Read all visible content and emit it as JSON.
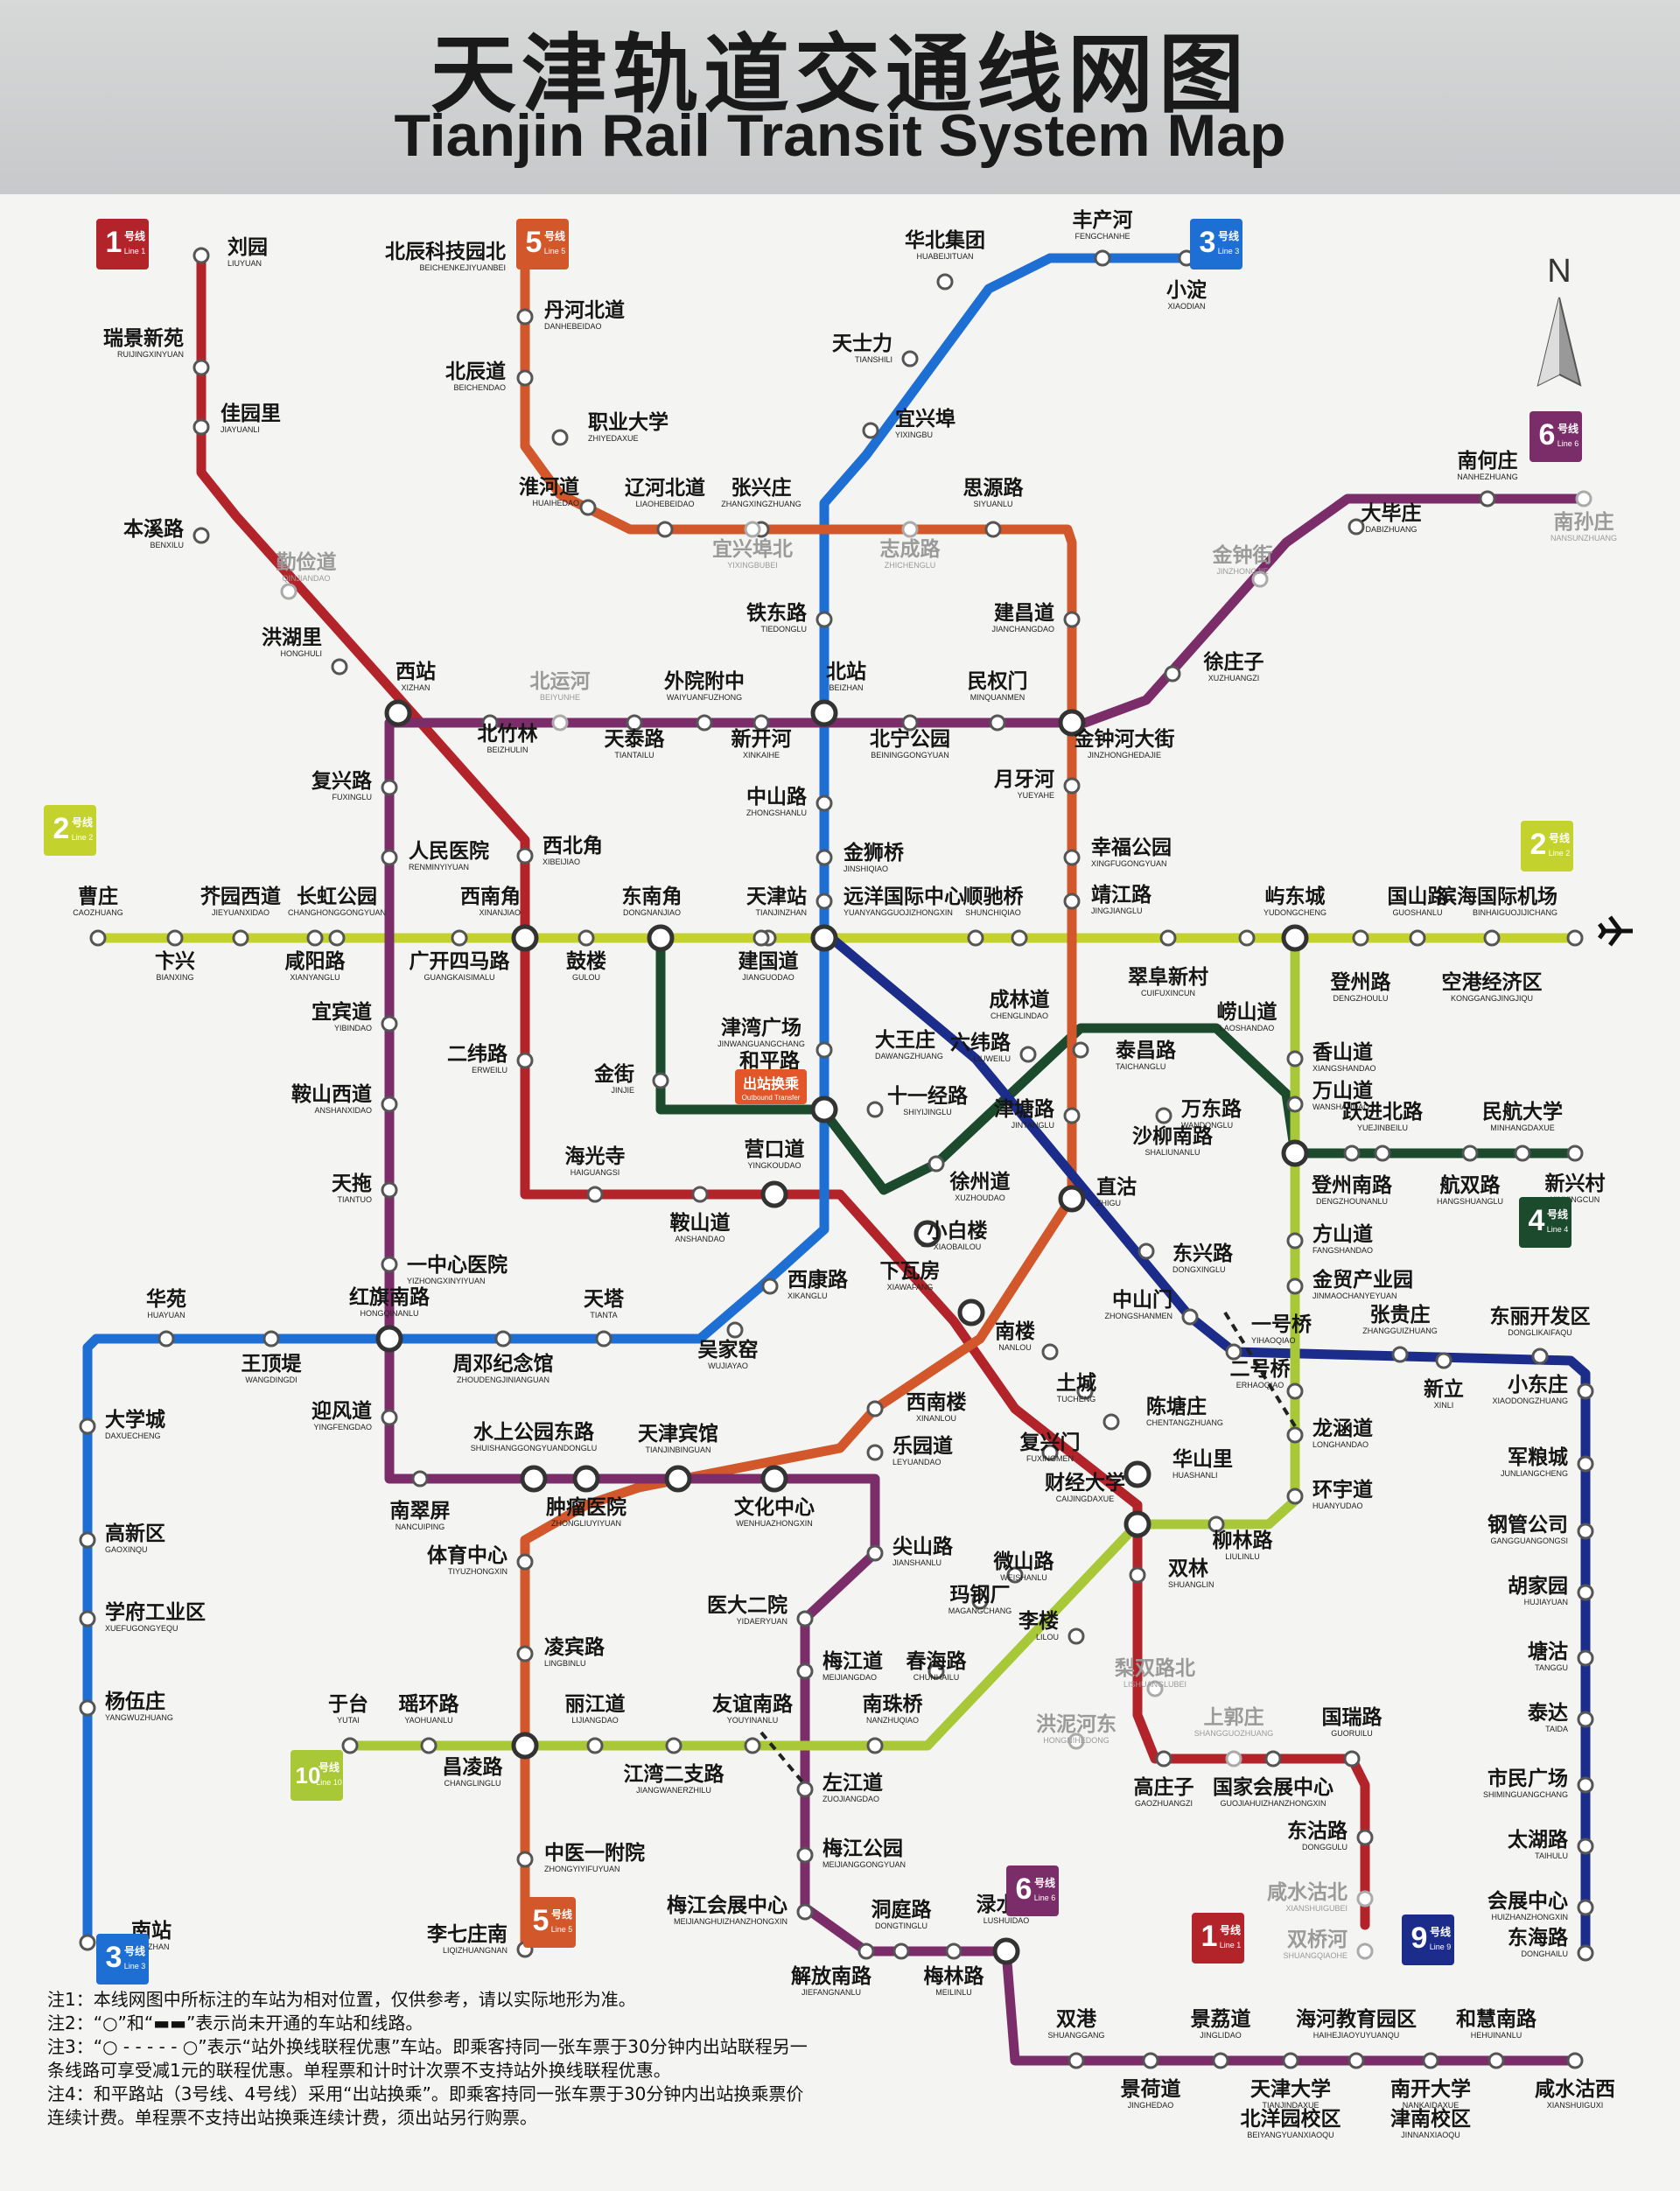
{
  "header": {
    "title": "天津轨道交通线网图",
    "subtitle": "Tianjin Rail Transit System Map"
  },
  "compass": "N",
  "line_colors": {
    "1": "#b2232a",
    "2": "#c4d22e",
    "3": "#1e6fd3",
    "4": "#1c4a2c",
    "5": "#d2572a",
    "6": "#7b2d6a",
    "9": "#1b2c8a",
    "10": "#a8c838"
  },
  "badges": [
    {
      "id": "b1a",
      "num": "1",
      "suffix": "号线",
      "en": "Line 1",
      "color": "#b2232a"
    },
    {
      "id": "b5a",
      "num": "5",
      "suffix": "号线",
      "en": "Line 5",
      "color": "#d2572a"
    },
    {
      "id": "b3a",
      "num": "3",
      "suffix": "号线",
      "en": "Line 3",
      "color": "#1e6fd3"
    },
    {
      "id": "b6a",
      "num": "6",
      "suffix": "号线",
      "en": "Line 6",
      "color": "#7b2d6a"
    },
    {
      "id": "b2a",
      "num": "2",
      "suffix": "号线",
      "en": "Line 2",
      "color": "#c4d22e"
    },
    {
      "id": "b2b",
      "num": "2",
      "suffix": "号线",
      "en": "Line 2",
      "color": "#c4d22e"
    },
    {
      "id": "b4a",
      "num": "4",
      "suffix": "号线",
      "en": "Line 4",
      "color": "#1c4a2c"
    },
    {
      "id": "b3b",
      "num": "3",
      "suffix": "号线",
      "en": "Line 3",
      "color": "#1e6fd3"
    },
    {
      "id": "b10",
      "num": "10",
      "suffix": "号线",
      "en": "Line 10",
      "color": "#a8c838"
    },
    {
      "id": "b5b",
      "num": "5",
      "suffix": "号线",
      "en": "Line 5",
      "color": "#d2572a"
    },
    {
      "id": "b6b",
      "num": "6",
      "suffix": "号线",
      "en": "Line 6",
      "color": "#7b2d6a"
    },
    {
      "id": "b1b",
      "num": "1",
      "suffix": "号线",
      "en": "Line 1",
      "color": "#b2232a"
    },
    {
      "id": "b9",
      "num": "9",
      "suffix": "号线",
      "en": "Line 9",
      "color": "#1b2c8a"
    }
  ],
  "stations": [
    {
      "id": "liuyuan",
      "zh": "刘园",
      "en": "LIUYUAN"
    },
    {
      "id": "ruijing",
      "zh": "瑞景新苑",
      "en": "RUIJINGXINYUAN"
    },
    {
      "id": "jiayuanli",
      "zh": "佳园里",
      "en": "JIAYUANLI"
    },
    {
      "id": "benxilu",
      "zh": "本溪路",
      "en": "BENXILU"
    },
    {
      "id": "qinjiandao",
      "zh": "勤俭道",
      "en": "QINJIANDAO"
    },
    {
      "id": "honghuli",
      "zh": "洪湖里",
      "en": "HONGHULI"
    },
    {
      "id": "xizhan",
      "zh": "西站",
      "en": "XIZHAN"
    },
    {
      "id": "beizhulin",
      "zh": "北竹林",
      "en": "BEIZHULIN"
    },
    {
      "id": "beiyunhe",
      "zh": "北运河",
      "en": "BEIYUNHE"
    },
    {
      "id": "tiantailu",
      "zh": "天泰路",
      "en": "TIANTAILU"
    },
    {
      "id": "waiyuan",
      "zh": "外院附中",
      "en": "WAIYUANFUZHONG"
    },
    {
      "id": "xinkaihe",
      "zh": "新开河",
      "en": "XINKAIHE"
    },
    {
      "id": "beizhan",
      "zh": "北站",
      "en": "BEIZHAN"
    },
    {
      "id": "beining",
      "zh": "北宁公园",
      "en": "BEININGGONGYUAN"
    },
    {
      "id": "minquanmen",
      "zh": "民权门",
      "en": "MINQUANMEN"
    },
    {
      "id": "jinzhonghedajie",
      "zh": "金钟河大街",
      "en": "JINZHONGHEDAJIE"
    },
    {
      "id": "xuzhuangzi",
      "zh": "徐庄子",
      "en": "XUZHUANGZI"
    },
    {
      "id": "jinzhongjie",
      "zh": "金钟街",
      "en": "JINZHONGJIE"
    },
    {
      "id": "dabizhuang",
      "zh": "大毕庄",
      "en": "DABIZHUANG"
    },
    {
      "id": "nanhezhuang",
      "zh": "南何庄",
      "en": "NANHEZHUANG"
    },
    {
      "id": "nansunzhuang",
      "zh": "南孙庄",
      "en": "NANSUNZHUANG"
    },
    {
      "id": "beichenkeji",
      "zh": "北辰科技园北",
      "en": "BEICHENKEJIYUANBEI"
    },
    {
      "id": "danhebeidao",
      "zh": "丹河北道",
      "en": "DANHEBEIDAO"
    },
    {
      "id": "beichendao",
      "zh": "北辰道",
      "en": "BEICHENDAO"
    },
    {
      "id": "zhiyedaxue",
      "zh": "职业大学",
      "en": "ZHIYEDAXUE"
    },
    {
      "id": "huaihedao",
      "zh": "淮河道",
      "en": "HUAIHEDAO"
    },
    {
      "id": "liaohebeidao",
      "zh": "辽河北道",
      "en": "LIAOHEBEIDAO"
    },
    {
      "id": "zhangxingzhuang",
      "zh": "张兴庄",
      "en": "ZHANGXINGZHUANG"
    },
    {
      "id": "yixingbei",
      "zh": "宜兴埠北",
      "en": "YIXINGBUBEI"
    },
    {
      "id": "zhangjiazhuang",
      "zh": "志成路",
      "en": "ZHICHENGLU"
    },
    {
      "id": "siyuanlu",
      "zh": "思源路",
      "en": "SIYUANLU"
    },
    {
      "id": "jianchangdao",
      "zh": "建昌道",
      "en": "JIANCHANGDAO"
    },
    {
      "id": "huabeijituan",
      "zh": "华北集团",
      "en": "HUABEIJITUAN"
    },
    {
      "id": "fengchanhe",
      "zh": "丰产河",
      "en": "FENGCHANHE"
    },
    {
      "id": "xiaodian",
      "zh": "小淀",
      "en": "XIAODIAN"
    },
    {
      "id": "tianshili",
      "zh": "天士力",
      "en": "TIANSHILI"
    },
    {
      "id": "yixingbu",
      "zh": "宜兴埠",
      "en": "YIXINGBU"
    },
    {
      "id": "tiedonglu",
      "zh": "铁东路",
      "en": "TIEDONGLU"
    },
    {
      "id": "zhongshanlu",
      "zh": "中山路",
      "en": "ZHONGSHANLU"
    },
    {
      "id": "jinshiqiao",
      "zh": "金狮桥",
      "en": "JINSHIQIAO"
    },
    {
      "id": "yuanyang",
      "zh": "远洋国际中心",
      "en": "YUANYANGGUOJIZHONGXIN"
    },
    {
      "id": "yueyahe",
      "zh": "月牙河",
      "en": "YUEYAHE"
    },
    {
      "id": "xingfugongyuan",
      "zh": "幸福公园",
      "en": "XINGFUGONGYUAN"
    },
    {
      "id": "jingjianglu",
      "zh": "靖江路",
      "en": "JINGJIANGLU"
    },
    {
      "id": "fuxinglu",
      "zh": "复兴路",
      "en": "FUXINGLU"
    },
    {
      "id": "renminyiyuan",
      "zh": "人民医院",
      "en": "RENMINYIYUAN"
    },
    {
      "id": "xibeijiao",
      "zh": "西北角",
      "en": "XIBEIJIAO"
    },
    {
      "id": "xinanjiao",
      "zh": "西南角",
      "en": "XINANJIAO"
    },
    {
      "id": "dongnanjiao",
      "zh": "东南角",
      "en": "DONGNANJIAO"
    },
    {
      "id": "tianjinzhan",
      "zh": "天津站",
      "en": "TIANJINZHAN"
    },
    {
      "id": "shunchiqiao",
      "zh": "顺驰桥",
      "en": "SHUNCHIQIAO"
    },
    {
      "id": "caozhuang",
      "zh": "曹庄",
      "en": "CAOZHUANG"
    },
    {
      "id": "jieyuanxidao",
      "zh": "芥园西道",
      "en": "JIEYUANXIDAO"
    },
    {
      "id": "changhong",
      "zh": "长虹公园",
      "en": "CHANGHONGGONGYUAN"
    },
    {
      "id": "bianxing",
      "zh": "卞兴",
      "en": "BIANXING"
    },
    {
      "id": "xianyanglu",
      "zh": "咸阳路",
      "en": "XIANYANGLU"
    },
    {
      "id": "guangkai",
      "zh": "广开四马路",
      "en": "GUANGKAISIMALU"
    },
    {
      "id": "gulou",
      "zh": "鼓楼",
      "en": "GULOU"
    },
    {
      "id": "jianguodao",
      "zh": "建国道",
      "en": "JIANGUODAO"
    },
    {
      "id": "yudongcheng",
      "zh": "屿东城",
      "en": "YUDONGCHENG"
    },
    {
      "id": "guoshanlu",
      "zh": "国山路",
      "en": "GUOSHANLU"
    },
    {
      "id": "binhaijichang",
      "zh": "滨海国际机场",
      "en": "BINHAIGUOJIJICHANG"
    },
    {
      "id": "dengzhoulu",
      "zh": "登州路",
      "en": "DENGZHOULU"
    },
    {
      "id": "konggang",
      "zh": "空港经济区",
      "en": "KONGGANGJINGJIQU"
    },
    {
      "id": "cuifuxincun",
      "zh": "翠阜新村",
      "en": "CUIFUXINCUN"
    },
    {
      "id": "chenglindao",
      "zh": "成林道",
      "en": "CHENGLINDAO"
    },
    {
      "id": "laoshandao",
      "zh": "崂山道",
      "en": "LAOSHANDAO"
    },
    {
      "id": "yibindao",
      "zh": "宜宾道",
      "en": "YIBINDAO"
    },
    {
      "id": "jinwanguangchang",
      "zh": "津湾广场",
      "en": "JINWANGUANGCHANG"
    },
    {
      "id": "dawangzhuang",
      "zh": "大王庄",
      "en": "DAWANGZHUANG"
    },
    {
      "id": "liuweilu",
      "zh": "六纬路",
      "en": "LIUWEILU"
    },
    {
      "id": "taichanglu",
      "zh": "泰昌路",
      "en": "TAICHANGLU"
    },
    {
      "id": "xiangshandao",
      "zh": "香山道",
      "en": "XIANGSHANDAO"
    },
    {
      "id": "erweilu",
      "zh": "二纬路",
      "en": "ERWEILU"
    },
    {
      "id": "anshanxidao",
      "zh": "鞍山西道",
      "en": "ANSHANXIDAO"
    },
    {
      "id": "jinjie",
      "zh": "金街",
      "en": "JINJIE"
    },
    {
      "id": "hepinglu",
      "zh": "和平路",
      "en": "HEPINGLU"
    },
    {
      "id": "shiyijinglu",
      "zh": "十一经路",
      "en": "SHIYIJINGLU"
    },
    {
      "id": "jintanglu",
      "zh": "津塘路",
      "en": "JINTANGLU"
    },
    {
      "id": "wandonglu",
      "zh": "万东路",
      "en": "WANDONGLU"
    },
    {
      "id": "wanshandao",
      "zh": "万山道",
      "en": "WANSHANDAO"
    },
    {
      "id": "yuejinbeilu",
      "zh": "跃进北路",
      "en": "YUEJINBEILU"
    },
    {
      "id": "minhangdaxue",
      "zh": "民航大学",
      "en": "MINHANGDAXUE"
    },
    {
      "id": "tiantuo",
      "zh": "天拖",
      "en": "TIANTUO"
    },
    {
      "id": "haiguangsi",
      "zh": "海光寺",
      "en": "HAIGUANGSI"
    },
    {
      "id": "yingkoudao",
      "zh": "营口道",
      "en": "YINGKOUDAO"
    },
    {
      "id": "zhigu",
      "zh": "直沽",
      "en": "ZHIGU"
    },
    {
      "id": "shaliunanlu",
      "zh": "沙柳南路",
      "en": "SHALIUNANLU"
    },
    {
      "id": "dengzhounanlu",
      "zh": "登州南路",
      "en": "DENGZHOUNANLU"
    },
    {
      "id": "hangshuanglu",
      "zh": "航双路",
      "en": "HANGSHUANGLU"
    },
    {
      "id": "xinxingcun",
      "zh": "新兴村",
      "en": "XINXINGCUN"
    },
    {
      "id": "xuzhoudao",
      "zh": "徐州道",
      "en": "XUZHOUDAO"
    },
    {
      "id": "anshandao",
      "zh": "鞍山道",
      "en": "ANSHANDAO"
    },
    {
      "id": "xiaobailou",
      "zh": "小白楼",
      "en": "XIAOBAILOU"
    },
    {
      "id": "dongxinglu",
      "zh": "东兴路",
      "en": "DONGXINGLU"
    },
    {
      "id": "fangshandao",
      "zh": "方山道",
      "en": "FANGSHANDAO"
    },
    {
      "id": "yizhongxin",
      "zh": "一中心医院",
      "en": "YIZHONGXINYIYUAN"
    },
    {
      "id": "jinmao",
      "zh": "金贸产业园",
      "en": "JINMAOCHANYEYUAN"
    },
    {
      "id": "huayuan",
      "zh": "华苑",
      "en": "HUAYUAN"
    },
    {
      "id": "hongqinanlu",
      "zh": "红旗南路",
      "en": "HONGQINANLU"
    },
    {
      "id": "tianta",
      "zh": "天塔",
      "en": "TIANTA"
    },
    {
      "id": "xikangl",
      "zh": "西康路",
      "en": "XIKANGLU"
    },
    {
      "id": "xiawafang",
      "zh": "下瓦房",
      "en": "XIAWAFANG"
    },
    {
      "id": "nanlou",
      "zh": "南楼",
      "en": "NANLOU"
    },
    {
      "id": "zhongshanmen",
      "zh": "中山门",
      "en": "ZHONGSHANMEN"
    },
    {
      "id": "yihaoqiao",
      "zh": "一号桥",
      "en": "YIHAOQIAO"
    },
    {
      "id": "zhangguizhuang",
      "zh": "张贵庄",
      "en": "ZHANGGUIZHUANG"
    },
    {
      "id": "donglikaifa",
      "zh": "东丽开发区",
      "en": "DONGLIKAIFAQU"
    },
    {
      "id": "wangdingdi",
      "zh": "王顶堤",
      "en": "WANGDINGDI"
    },
    {
      "id": "zhoudeng",
      "zh": "周邓纪念馆",
      "en": "ZHOUDENGJINIANGUAN"
    },
    {
      "id": "wujiayao",
      "zh": "吴家窑",
      "en": "WUJIAYAO"
    },
    {
      "id": "tucheng",
      "zh": "土城",
      "en": "TUCHENG"
    },
    {
      "id": "chentangzhuang",
      "zh": "陈塘庄",
      "en": "CHENTANGZHUANG"
    },
    {
      "id": "erhaoqiao",
      "zh": "二号桥",
      "en": "ERHAOQIAO"
    },
    {
      "id": "xinli",
      "zh": "新立",
      "en": "XINLI"
    },
    {
      "id": "xiaodongzhuang",
      "zh": "小东庄",
      "en": "XIAODONGZHUANG"
    },
    {
      "id": "daxuecheng",
      "zh": "大学城",
      "en": "DAXUECHENG"
    },
    {
      "id": "yingfengdao",
      "zh": "迎风道",
      "en": "YINGFENGDAO"
    },
    {
      "id": "shuishang",
      "zh": "水上公园东路",
      "en": "SHUISHANGGONGYUANDONGLU"
    },
    {
      "id": "tianjinbinguan",
      "zh": "天津宾馆",
      "en": "TIANJINBINGUAN"
    },
    {
      "id": "xinanlou",
      "zh": "西南楼",
      "en": "XINANLOU"
    },
    {
      "id": "longhandao",
      "zh": "龙涵道",
      "en": "LONGHANDAO"
    },
    {
      "id": "junliangcheng",
      "zh": "军粮城",
      "en": "JUNLIANGCHENG"
    },
    {
      "id": "fuxingmen",
      "zh": "复兴门",
      "en": "FUXINGMEN"
    },
    {
      "id": "huashanli",
      "zh": "华山里",
      "en": "HUASHANLI"
    },
    {
      "id": "nancuiping",
      "zh": "南翠屏",
      "en": "NANCUIPING"
    },
    {
      "id": "zhongliu",
      "zh": "肿瘤医院",
      "en": "ZHONGLIUYIYUAN"
    },
    {
      "id": "wenhua",
      "zh": "文化中心",
      "en": "WENHUAZHONGXIN"
    },
    {
      "id": "leyuandao",
      "zh": "乐园道",
      "en": "LEYUANDAO"
    },
    {
      "id": "caijing",
      "zh": "财经大学",
      "en": "CAIJINGDAXUE"
    },
    {
      "id": "huanyudao",
      "zh": "环宇道",
      "en": "HUANYUDAO"
    },
    {
      "id": "gaoxinqu",
      "zh": "高新区",
      "en": "GAOXINQU"
    },
    {
      "id": "gangguan",
      "zh": "钢管公司",
      "en": "GANGGUANGONGSI"
    },
    {
      "id": "tiyu",
      "zh": "体育中心",
      "en": "TIYUZHONGXIN"
    },
    {
      "id": "jianshanlu",
      "zh": "尖山路",
      "en": "JIANSHANLU"
    },
    {
      "id": "liulinlu",
      "zh": "柳林路",
      "en": "LIULINLU"
    },
    {
      "id": "weishanlu",
      "zh": "微山路",
      "en": "WEISHANLU"
    },
    {
      "id": "shuanglin",
      "zh": "双林",
      "en": "SHUANGLIN"
    },
    {
      "id": "hujiayuan",
      "zh": "胡家园",
      "en": "HUJIAYUAN"
    },
    {
      "id": "yidaeryuan",
      "zh": "医大二院",
      "en": "YIDAERYUAN"
    },
    {
      "id": "magangchang",
      "zh": "玛钢厂",
      "en": "MAGANGCHANG"
    },
    {
      "id": "lilou",
      "zh": "李楼",
      "en": "LILOU"
    },
    {
      "id": "xuefu",
      "zh": "学府工业区",
      "en": "XUEFUGONGYEQU"
    },
    {
      "id": "lingbinlu",
      "zh": "凌宾路",
      "en": "LINGBINLU"
    },
    {
      "id": "meijiangdao",
      "zh": "梅江道",
      "en": "MEIJIANGDAO"
    },
    {
      "id": "chunhailu",
      "zh": "春海路",
      "en": "CHUNHAILU"
    },
    {
      "id": "tanggu",
      "zh": "塘沽",
      "en": "TANGGU"
    },
    {
      "id": "lishuangbei",
      "zh": "梨双路北",
      "en": "LISHUANGLUBEI"
    },
    {
      "id": "yangwuzhuang",
      "zh": "杨伍庄",
      "en": "YANGWUZHUANG"
    },
    {
      "id": "yutai",
      "zh": "于台",
      "en": "YUTAI"
    },
    {
      "id": "yaohuanlu",
      "zh": "瑶环路",
      "en": "YAOHUANLU"
    },
    {
      "id": "lijiangdao",
      "zh": "丽江道",
      "en": "LIJIANGDAO"
    },
    {
      "id": "youyinanlu",
      "zh": "友谊南路",
      "en": "YOUYINANLU"
    },
    {
      "id": "nanzhuqiao",
      "zh": "南珠桥",
      "en": "NANZHUQIAO"
    },
    {
      "id": "hongnihedong",
      "zh": "洪泥河东",
      "en": "HONGNIHEDONG"
    },
    {
      "id": "shangguozhuang",
      "zh": "上郭庄",
      "en": "SHANGGUOZHUANG"
    },
    {
      "id": "guorui",
      "zh": "国瑞路",
      "en": "GUORUILU"
    },
    {
      "id": "taida",
      "zh": "泰达",
      "en": "TAIDA"
    },
    {
      "id": "changling",
      "zh": "昌凌路",
      "en": "CHANGLINGLU"
    },
    {
      "id": "jiangwanerzhi",
      "zh": "江湾二支路",
      "en": "JIANGWANERZHILU"
    },
    {
      "id": "zuojiangdao",
      "zh": "左江道",
      "en": "ZUOJIANGDAO"
    },
    {
      "id": "gaozhuangzi",
      "zh": "高庄子",
      "en": "GAOZHUANGZI"
    },
    {
      "id": "guojihuizhan",
      "zh": "国家会展中心",
      "en": "GUOJIAHUIZHANZHONGXIN"
    },
    {
      "id": "shimin",
      "zh": "市民广场",
      "en": "SHIMINGUANGCHANG"
    },
    {
      "id": "nanzhan",
      "zh": "南站",
      "en": "NANZHAN"
    },
    {
      "id": "zhongyi",
      "zh": "中医一附院",
      "en": "ZHONGYIYIFUYUAN"
    },
    {
      "id": "meijianggongyuan",
      "zh": "梅江公园",
      "en": "MEIJIANGGONGYUAN"
    },
    {
      "id": "dongzaolu",
      "zh": "东沽路",
      "en": "DONGGULU"
    },
    {
      "id": "taihulu",
      "zh": "太湖路",
      "en": "TAIHULU"
    },
    {
      "id": "xianshuigubei",
      "zh": "咸水沽北",
      "en": "XIANSHUIGUBEI"
    },
    {
      "id": "meijianghuizhan",
      "zh": "梅江会展中心",
      "en": "MEIJIANGHUIZHANZHONGXIN"
    },
    {
      "id": "dongtinglu",
      "zh": "洞庭路",
      "en": "DONGTINGLU"
    },
    {
      "id": "lushuidao",
      "zh": "渌水道",
      "en": "LUSHUIDAO"
    },
    {
      "id": "huizhan",
      "zh": "会展中心",
      "en": "HUIZHANZHONGXIN"
    },
    {
      "id": "liqizhuangnan",
      "zh": "李七庄南",
      "en": "LIQIZHUANGNAN"
    },
    {
      "id": "shuangqiaohe",
      "zh": "双桥河",
      "en": "SHUANGQIAOHE"
    },
    {
      "id": "donghailu",
      "zh": "东海路",
      "en": "DONGHAILU"
    },
    {
      "id": "jiefangnanlu",
      "zh": "解放南路",
      "en": "JIEFANGNANLU"
    },
    {
      "id": "meilinlu",
      "zh": "梅林路",
      "en": "MEILINLU"
    },
    {
      "id": "shuanggang",
      "zh": "双港",
      "en": "SHUANGGANG"
    },
    {
      "id": "jinglidao",
      "zh": "景荔道",
      "en": "JINGLIDAO"
    },
    {
      "id": "haihejiaoyu",
      "zh": "海河教育园区",
      "en": "HAIHEJIAOYUYUANQU"
    },
    {
      "id": "hehuinanlu",
      "zh": "和慧南路",
      "en": "HEHUINANLU"
    },
    {
      "id": "jinghedao",
      "zh": "景荷道",
      "en": "JINGHEDAO"
    },
    {
      "id": "tianjindaxue",
      "zh": "天津大学",
      "en": "TIANJINDAXUE"
    },
    {
      "id": "beiyang",
      "zh": "北洋园校区",
      "en": "BEIYANGYUANXIAOQU"
    },
    {
      "id": "nankaidaxue",
      "zh": "南开大学",
      "en": "NANKAIDAXUE"
    },
    {
      "id": "jinnan",
      "zh": "津南校区",
      "en": "JINNANXIAOQU"
    },
    {
      "id": "xianshuiguxi",
      "zh": "咸水沽西",
      "en": "XIANSHUIGUXI"
    }
  ],
  "special_labels": {
    "hepinglu_tag": "出站换乘",
    "hepinglu_tag_en": "Outbound Transfer"
  },
  "notes": [
    "注1：本线网图中所标注的车站为相对位置，仅供参考，请以实际地形为准。",
    "注2：“○”和“▬▬”表示尚未开通的车站和线路。",
    "注3：“○ - - - - - ○”表示“站外换线联程优惠”车站。即乘客持同一张车票于30分钟内出站联程另一条线路可享受减1元的联程优惠。单程票和计时计次票不支持站外换线联程优惠。",
    "注4：和平路站（3号线、4号线）采用“出站换乘”。即乘客持同一张车票于30分钟内出站换乘票价连续计费。单程票不支持出站换乘连续计费，须出站另行购票。"
  ]
}
